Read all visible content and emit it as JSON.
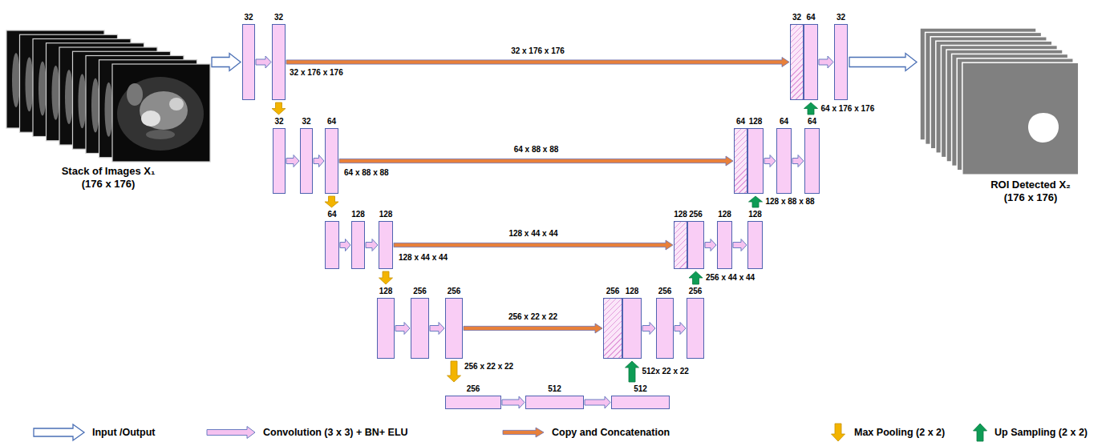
{
  "diagram": {
    "nodes": [
      {
        "text": [
          "Stack of Images X₁",
          "(176 x 176)"
        ]
      },
      {
        "text": [
          "32"
        ]
      },
      {
        "text": [
          "32"
        ]
      },
      {
        "text": [
          "32"
        ]
      },
      {
        "text": [
          "64"
        ]
      },
      {
        "text": [
          "32"
        ]
      },
      {
        "text": [
          "ROI Detected X₂",
          "(176 x 176)"
        ]
      },
      {
        "text": [
          "32"
        ]
      },
      {
        "text": [
          "32"
        ]
      },
      {
        "text": [
          "64"
        ]
      },
      {
        "text": [
          "64"
        ]
      },
      {
        "text": [
          "128"
        ]
      },
      {
        "text": [
          "64"
        ]
      },
      {
        "text": [
          "64"
        ]
      },
      {
        "text": [
          "64"
        ]
      },
      {
        "text": [
          "128"
        ]
      },
      {
        "text": [
          "128"
        ]
      },
      {
        "text": [
          "128"
        ]
      },
      {
        "text": [
          "256"
        ]
      },
      {
        "text": [
          "128"
        ]
      },
      {
        "text": [
          "128"
        ]
      },
      {
        "text": [
          "128"
        ]
      },
      {
        "text": [
          "256"
        ]
      },
      {
        "text": [
          "256"
        ]
      },
      {
        "text": [
          "256"
        ]
      },
      {
        "text": [
          "128"
        ]
      },
      {
        "text": [
          "256"
        ]
      },
      {
        "text": [
          "256"
        ]
      },
      {
        "text": [
          "256"
        ]
      },
      {
        "text": [
          "512"
        ]
      },
      {
        "text": [
          "512"
        ]
      }
    ],
    "edges": [
      {
        "from": 0,
        "to": 1,
        "arrow": "to"
      },
      {
        "from": 1,
        "to": 2,
        "arrow": "to"
      },
      {
        "from": 2,
        "to": 3,
        "label": "32 x 176 x 176",
        "arrow": "to"
      },
      {
        "from": 2,
        "to": 7,
        "arrow": "to"
      },
      {
        "from": 4,
        "to": 5,
        "arrow": "to"
      },
      {
        "from": 5,
        "to": 6,
        "arrow": "to"
      },
      {
        "from": 7,
        "to": 8,
        "arrow": "to"
      },
      {
        "from": 8,
        "to": 9,
        "arrow": "to"
      },
      {
        "from": 9,
        "to": 10,
        "label": "64 x 88 x 88",
        "arrow": "to"
      },
      {
        "from": 9,
        "to": 14,
        "arrow": "to"
      },
      {
        "from": 11,
        "to": 12,
        "arrow": "to"
      },
      {
        "from": 12,
        "to": 13,
        "arrow": "to"
      },
      {
        "from": 13,
        "to": 4,
        "label": "64 x 176 x 176",
        "arrow": "to"
      },
      {
        "from": 14,
        "to": 15,
        "arrow": "to"
      },
      {
        "from": 15,
        "to": 16,
        "arrow": "to"
      },
      {
        "from": 16,
        "to": 17,
        "label": "128 x 44 x 44",
        "arrow": "to"
      },
      {
        "from": 16,
        "to": 21,
        "arrow": "to"
      },
      {
        "from": 18,
        "to": 19,
        "arrow": "to"
      },
      {
        "from": 19,
        "to": 20,
        "arrow": "to"
      },
      {
        "from": 20,
        "to": 11,
        "label": "128 x 88 x 88",
        "arrow": "to"
      },
      {
        "from": 21,
        "to": 22,
        "arrow": "to"
      },
      {
        "from": 22,
        "to": 23,
        "arrow": "to"
      },
      {
        "from": 23,
        "to": 24,
        "label": "256 x 22 x 22",
        "arrow": "to"
      },
      {
        "from": 23,
        "to": 28,
        "arrow": "to"
      },
      {
        "from": 25,
        "to": 26,
        "arrow": "to"
      },
      {
        "from": 26,
        "to": 27,
        "arrow": "to"
      },
      {
        "from": 27,
        "to": 18,
        "label": "256 x 44 x 44",
        "arrow": "to"
      },
      {
        "from": 28,
        "to": 29,
        "arrow": "to"
      },
      {
        "from": 29,
        "to": 30,
        "arrow": "to"
      },
      {
        "from": 30,
        "to": 25,
        "label": "512x 22 x 22",
        "arrow": "to"
      }
    ],
    "labels": [
      "32 x 176 x 176",
      "64 x 88 x 88",
      "128 x 44 x 44",
      "256 x 22 x 22"
    ],
    "legend": [
      {
        "text": "Input /Output"
      },
      {
        "text": "Convolution (3 x 3) + BN+ ELU"
      },
      {
        "text": "Copy and Concatenation"
      },
      {
        "text": "Max Pooling (2 x 2)"
      },
      {
        "text": "Up Sampling (2 x 2)"
      }
    ]
  }
}
